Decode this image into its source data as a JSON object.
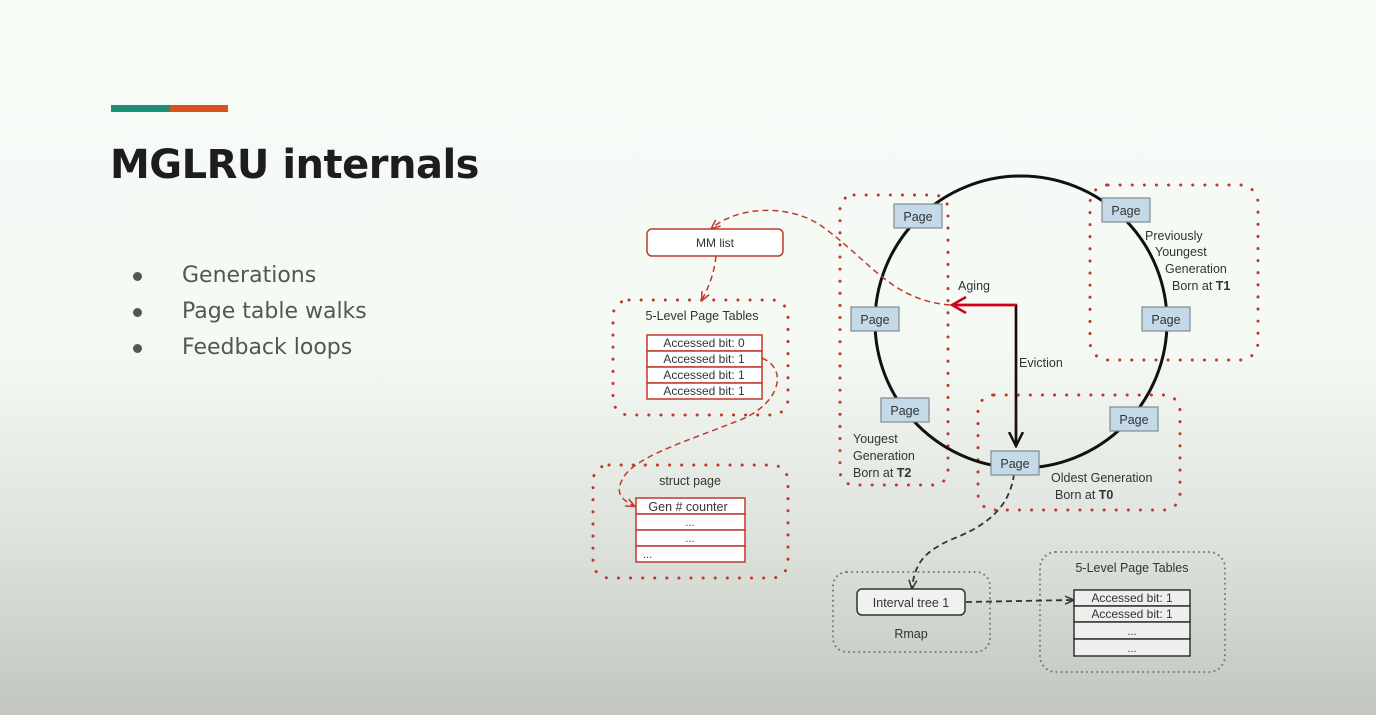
{
  "slide": {
    "title": "MGLRU internals",
    "accent_colors": [
      "#1e8f77",
      "#d9531e"
    ],
    "bullets": [
      "Generations",
      "Page table walks",
      "Feedback loops"
    ]
  },
  "diagram": {
    "colors": {
      "red": "#c0392b",
      "page_fill": "#c5dae8",
      "page_stroke": "#7f8c8d",
      "gray_dots": "#777777"
    },
    "mm_list": {
      "label": "MM list"
    },
    "page_tables_left": {
      "title": "5-Level Page Tables",
      "rows": [
        "Accessed bit: 0",
        "Accessed bit: 1",
        "Accessed bit: 1",
        "Accessed bit: 1"
      ]
    },
    "struct_page": {
      "title": "struct page",
      "rows": [
        "Gen # counter",
        "...",
        "...",
        "..."
      ]
    },
    "ring": {
      "page_label": "Page",
      "aging_label": "Aging",
      "eviction_label": "Eviction"
    },
    "generations": {
      "youngest": {
        "lines": [
          "Yougest",
          "Generation"
        ],
        "born_prefix": "Born at ",
        "time": "T2"
      },
      "previous": {
        "lines": [
          "Previously",
          "Youngest",
          "Generation"
        ],
        "born_prefix": "Born at ",
        "time": "T1"
      },
      "oldest": {
        "lines": [
          "Oldest Generation"
        ],
        "born_prefix": "Born at ",
        "time": "T0"
      }
    },
    "rmap": {
      "label": "Rmap",
      "interval_tree": "Interval tree 1"
    },
    "page_tables_right": {
      "title": "5-Level Page Tables",
      "rows": [
        "Accessed bit: 1",
        "Accessed bit: 1",
        "...",
        "..."
      ]
    }
  }
}
